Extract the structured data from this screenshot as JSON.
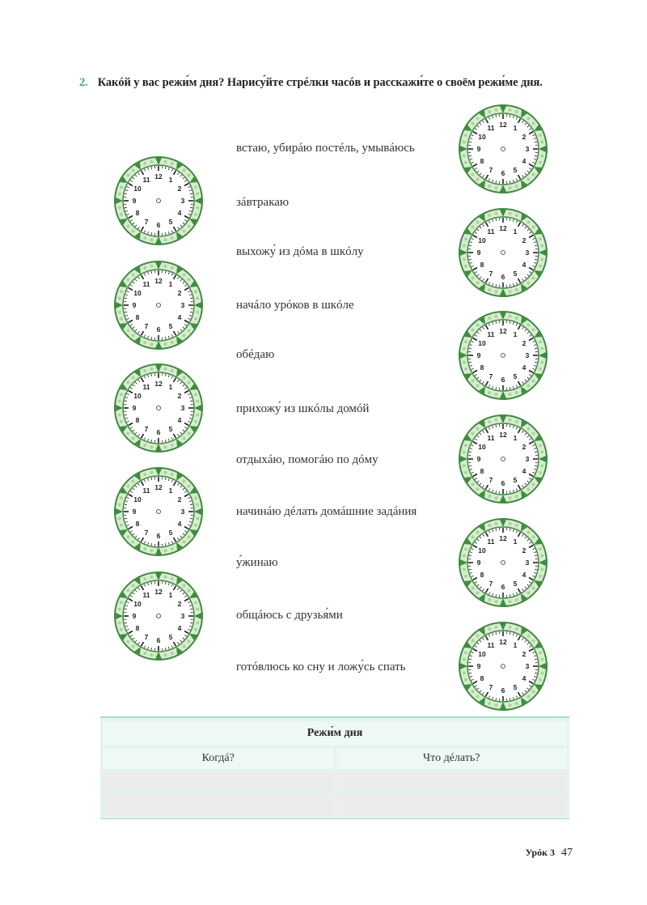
{
  "task": {
    "number": "2.",
    "text": "Какóй у вас режи́м дня? Нарису́йте стрéлки часóв и расскажи́те о своём режи́ме дня."
  },
  "activities": [
    "встаю, убирáю постéль, умывáюсь",
    "зáвтракаю",
    "выхожу́ из дóма в шкóлу",
    "начáло урóков в шкóле",
    "обéдаю",
    "прихожу́ из шкóлы домóй",
    "отдыхáю, помогáю по дóму",
    "начинáю дéлать домáшние задáния",
    "у́жинаю",
    "общáюсь с друзья́ми",
    "готóвлюсь ко сну и ложу́сь спать"
  ],
  "clock": {
    "numbers": [
      "12",
      "1",
      "2",
      "3",
      "4",
      "5",
      "6",
      "7",
      "8",
      "9",
      "10",
      "11"
    ],
    "ring_color": "#d9ecd2",
    "ring_border": "#3e8a3e",
    "marker_color": "#3f8c3f"
  },
  "schedule": {
    "title": "Режи́м дня",
    "columns": [
      "Когдá?",
      "Что дéлать?"
    ],
    "rows": [
      [
        "",
        ""
      ],
      [
        "",
        ""
      ]
    ]
  },
  "footer": {
    "lesson": "Урóк 3",
    "page": "47"
  },
  "colors": {
    "accent": "#3aa88a",
    "strip": "#d8f1e6"
  }
}
